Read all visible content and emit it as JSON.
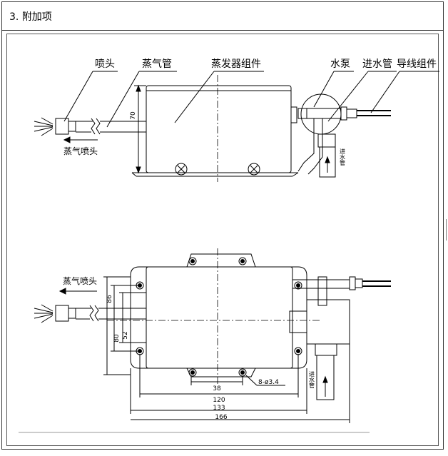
{
  "section": {
    "number": "3.",
    "title": "附加项"
  },
  "top_view": {
    "labels": {
      "nozzle": "喷头",
      "steam_pipe": "蒸气管",
      "generator": "蒸发器组件",
      "pump": "水泵",
      "inlet_pipe": "进水管",
      "wire": "导线组件",
      "steam_spray": "蒸气喷头",
      "inlet_vertical": "进水管"
    },
    "dim_height": "70"
  },
  "bottom_view": {
    "labels": {
      "steam_spray": "蒸气喷头",
      "inlet_vertical": "进水管"
    },
    "dims": {
      "d86": "86",
      "d80": "80",
      "d52": "52",
      "d38": "38",
      "d120": "120",
      "d133": "133",
      "d166": "166",
      "holes": "8-ø3.4"
    }
  }
}
